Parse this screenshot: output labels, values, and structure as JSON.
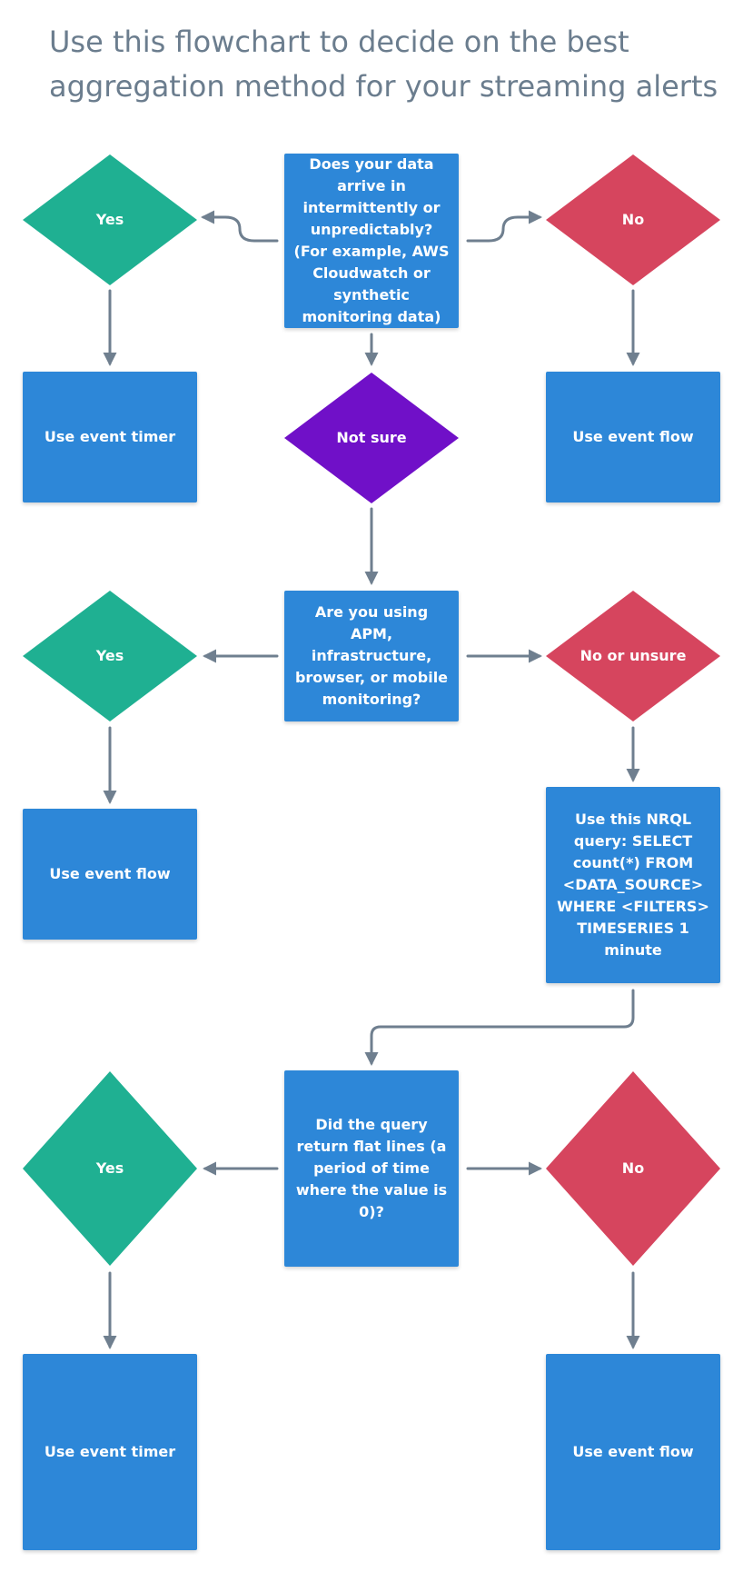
{
  "title": "Use this flowchart to decide on the best aggregation method for your streaming alerts",
  "colors": {
    "yes": "#1fb092",
    "no": "#d6455e",
    "not_sure": "#7010c8",
    "box": "#2d87d8",
    "arrow": "#6f7f8f",
    "title": "#6b7d8e"
  },
  "nodes": {
    "q1": "Does your data arrive in intermittently or unpredictably? (For example, AWS Cloudwatch or synthetic monitoring data)",
    "q1_yes": "Yes",
    "q1_no": "No",
    "q1_not_sure": "Not sure",
    "q1_yes_result": "Use event timer",
    "q1_no_result": "Use event flow",
    "q2": "Are you using APM, infrastructure, browser, or mobile monitoring?",
    "q2_yes": "Yes",
    "q2_no": "No or unsure",
    "q2_yes_result": "Use event flow",
    "q2_no_result": "Use this NRQL query: SELECT count(*) FROM <DATA_SOURCE> WHERE <FILTERS> TIMESERIES 1 minute",
    "q3": "Did the query return flat lines (a period of time where the value is 0)?",
    "q3_yes": "Yes",
    "q3_no": "No",
    "q3_yes_result": "Use event timer",
    "q3_no_result": "Use event flow"
  }
}
